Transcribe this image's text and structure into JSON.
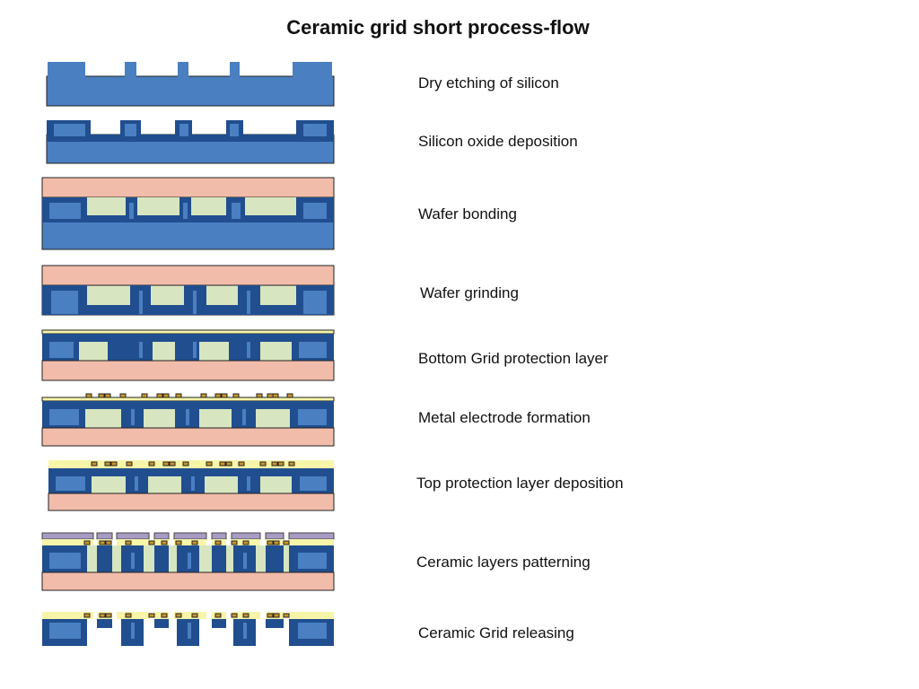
{
  "title": "Ceramic grid short process-flow",
  "colors": {
    "silicon": "#4a7fc1",
    "oxide": "#204e8e",
    "cavity_fill": "#d7e6c0",
    "carrier_wafer": "#f2bcaa",
    "protection_layer": "#f7f5a8",
    "ceramic_top": "#a89cc4",
    "electrode": "#c9962a",
    "outline": "#333333"
  },
  "steps": [
    {
      "label": "Dry etching of silicon"
    },
    {
      "label": "Silicon oxide deposition"
    },
    {
      "label": "Wafer bonding"
    },
    {
      "label": "Wafer grinding"
    },
    {
      "label": "Bottom Grid protection layer"
    },
    {
      "label": "Metal electrode formation"
    },
    {
      "label": "Top protection layer deposition"
    },
    {
      "label": "Ceramic layers patterning"
    },
    {
      "label": "Ceramic Grid releasing"
    }
  ]
}
